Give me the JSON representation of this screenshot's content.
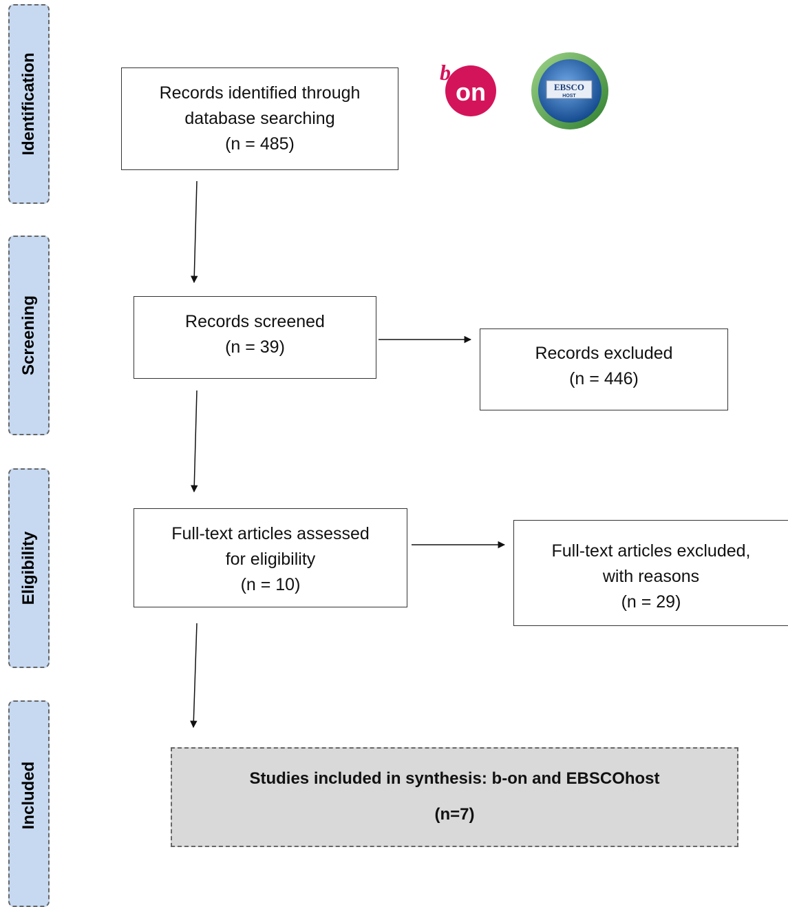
{
  "stages": {
    "identification": "Identification",
    "screening": "Screening",
    "eligibility": "Eligibility",
    "included": "Included"
  },
  "boxes": {
    "identified": {
      "line1": "Records identified through",
      "line2": "database searching",
      "line3": "(n = 485)"
    },
    "screened": {
      "line1": "Records screened",
      "line2": "(n = 39)"
    },
    "excluded": {
      "line1": "Records excluded",
      "line2": "(n = 446)"
    },
    "fulltext": {
      "line1": "Full-text articles assessed",
      "line2": "for eligibility",
      "line3": "(n = 10)"
    },
    "fulltext_excluded": {
      "line1": "Full-text articles excluded,",
      "line2": "with reasons",
      "line3": "(n = 29)"
    },
    "included": {
      "line1": "Studies included in synthesis: b-on and EBSCOhost",
      "line2": "(n=7)"
    }
  },
  "logos": {
    "bon": {
      "letter_b": "b",
      "text_on": "on",
      "color": "#d4145a"
    },
    "ebsco": {
      "text": "EBSCO",
      "subtext": "HOST",
      "ring_color": "#3a9a3a",
      "inner_color": "#1f5ca8"
    }
  }
}
